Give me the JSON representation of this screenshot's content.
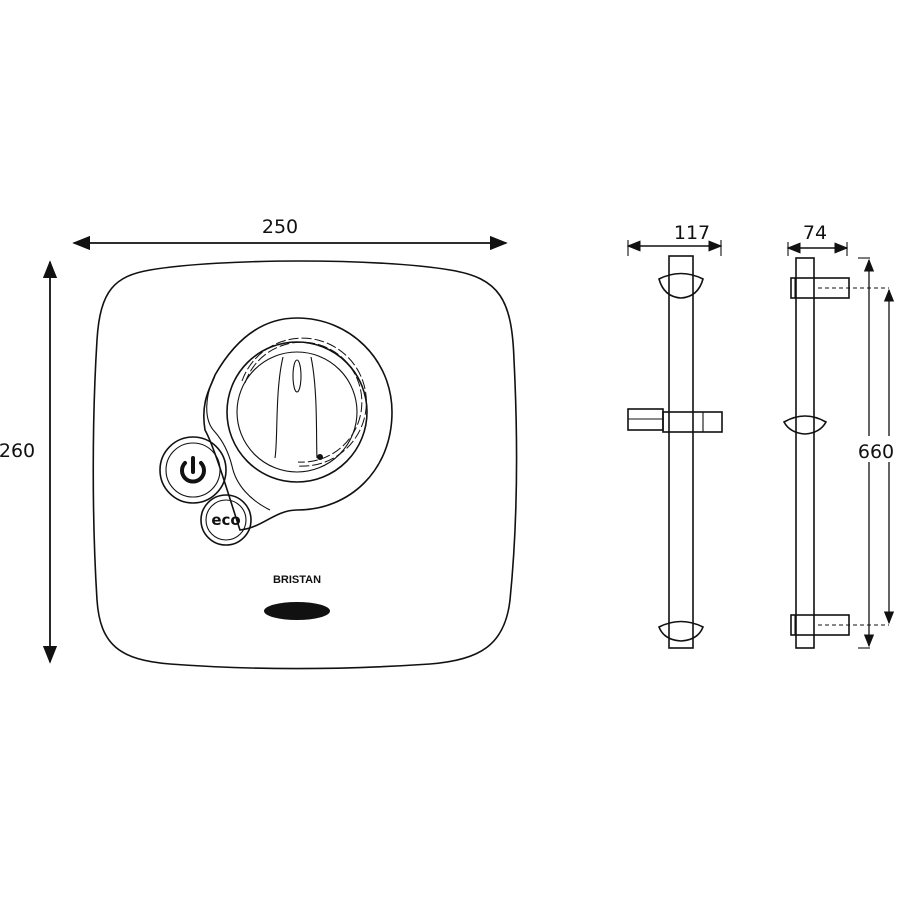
{
  "dimensions": {
    "panel_width": "250",
    "panel_height": "260",
    "rail_front_width": "117",
    "rail_side_depth": "74",
    "rail_length": "660"
  },
  "panel": {
    "brand": "BRISTAN",
    "eco_label": "eco",
    "power_icon": "power-icon"
  }
}
